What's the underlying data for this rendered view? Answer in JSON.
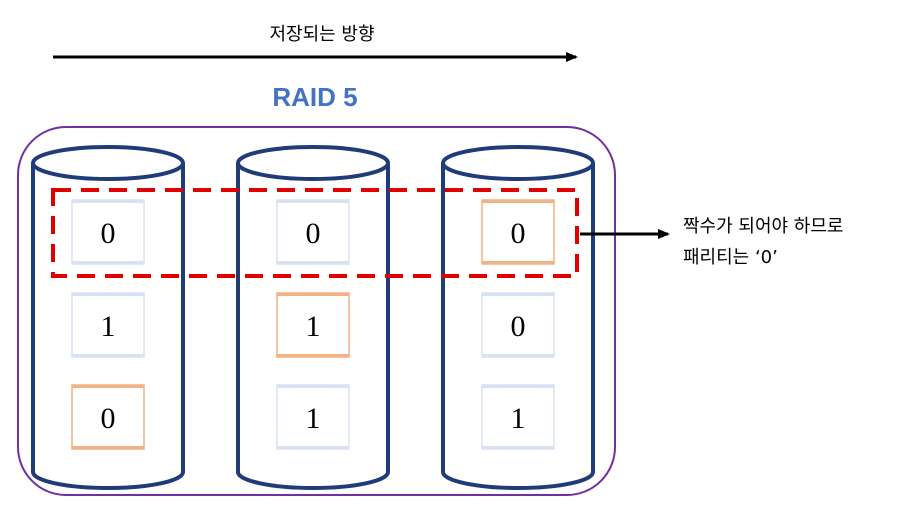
{
  "direction_label": "저장되는 방향",
  "title": "RAID 5",
  "annotation": {
    "line1": "짝수가 되어야 하므로",
    "line2": "패리티는 ‘0’"
  },
  "colors": {
    "disk_stroke": "#1F3C78",
    "container_stroke": "#7030A0",
    "title": "#4472C4",
    "dash_box": "#E00000",
    "data_block": "#D9E2F3",
    "parity_block": "#F4B183"
  },
  "disks": [
    {
      "blocks": [
        {
          "value": "0",
          "parity": false
        },
        {
          "value": "1",
          "parity": false
        },
        {
          "value": "0",
          "parity": true
        }
      ]
    },
    {
      "blocks": [
        {
          "value": "0",
          "parity": false
        },
        {
          "value": "1",
          "parity": true
        },
        {
          "value": "1",
          "parity": false
        }
      ]
    },
    {
      "blocks": [
        {
          "value": "0",
          "parity": true
        },
        {
          "value": "0",
          "parity": false
        },
        {
          "value": "1",
          "parity": false
        }
      ]
    }
  ]
}
